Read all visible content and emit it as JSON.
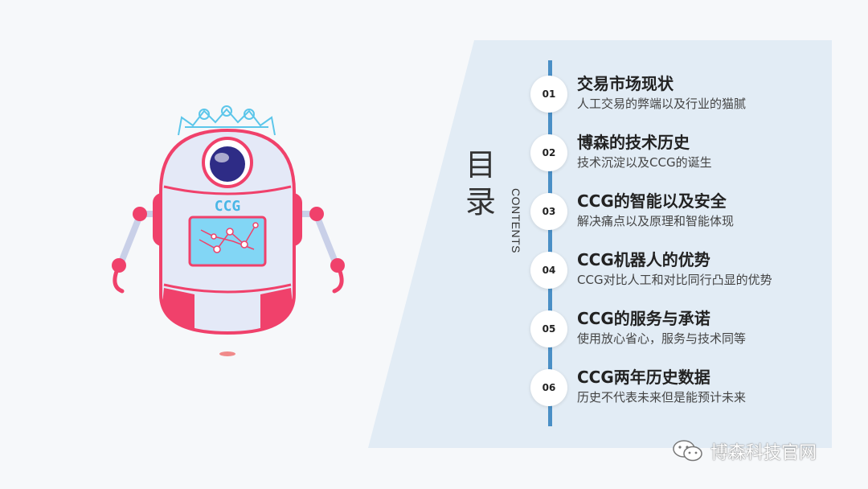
{
  "colors": {
    "panel": "#e2ecf5",
    "timeline": "#4a8fc6",
    "robot_red": "#f0416b",
    "robot_body": "#e4e9f7",
    "robot_screen": "#82d6f5",
    "robot_eye": "#2e2c86"
  },
  "toc": {
    "title_chars": [
      "目",
      "录"
    ],
    "subtitle": "CONTENTS"
  },
  "robot": {
    "label": "CCG"
  },
  "items": [
    {
      "num": "01",
      "title": "交易市场现状",
      "desc": "人工交易的弊端以及行业的猫腻"
    },
    {
      "num": "02",
      "title": "博森的技术历史",
      "desc": "技术沉淀以及CCG的诞生"
    },
    {
      "num": "03",
      "title": "CCG的智能以及安全",
      "desc": "解决痛点以及原理和智能体现"
    },
    {
      "num": "04",
      "title": "CCG机器人的优势",
      "desc": "CCG对比人工和对比同行凸显的优势"
    },
    {
      "num": "05",
      "title": "CCG的服务与承诺",
      "desc": "使用放心省心，服务与技术同等"
    },
    {
      "num": "06",
      "title": "CCG两年历史数据",
      "desc": "历史不代表未来但是能预计未来"
    }
  ],
  "watermark": {
    "icon": "wechat-icon",
    "text": "博森科技官网"
  }
}
